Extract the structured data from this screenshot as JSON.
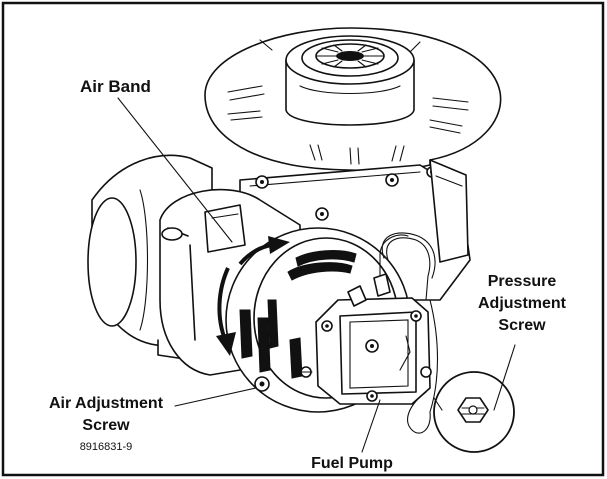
{
  "labels": {
    "air_band": "Air Band",
    "pressure_line1": "Pressure",
    "pressure_line2": "Adjustment",
    "pressure_line3": "Screw",
    "air_adj_line1": "Air Adjustment",
    "air_adj_line2": "Screw",
    "part_number": "8916831-9",
    "fuel_pump": "Fuel Pump"
  }
}
